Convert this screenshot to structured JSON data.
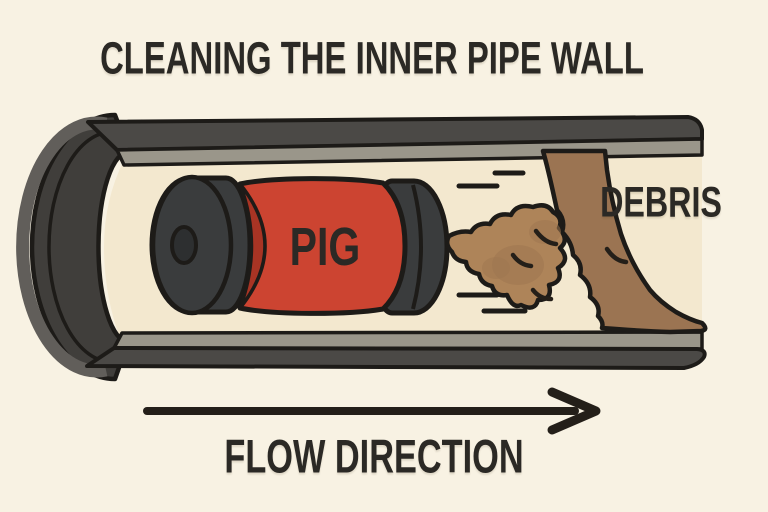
{
  "diagram": {
    "title": "CLEANING THE INNER PIPE WALL",
    "pig_label": "PIG",
    "debris_label": "DEBRIS",
    "flow_label": "FLOW DIRECTION"
  },
  "colors": {
    "background": "#f8f2e3",
    "pipe_interior": "#f3e8cf",
    "pipe_dark_gray": "#4b4946",
    "pipe_light_gray": "#9a968a",
    "pipe_rim_gray": "#615e5a",
    "pipe_end_face": "#403e3b",
    "outline": "#1d1b18",
    "pig_body_red": "#cc4431",
    "pig_shade_red": "#a83424",
    "pig_cap_dark": "#3a3c3d",
    "debris_light_brown": "#ae8459",
    "debris_medium_brown": "#9b7452",
    "debris_shade_brown": "#9e7650",
    "text": "#2b2925"
  }
}
